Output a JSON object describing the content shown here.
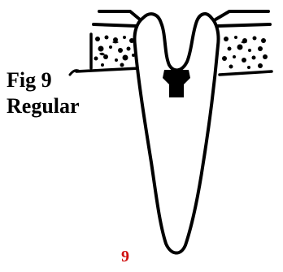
{
  "figure": {
    "label": "Fig 9",
    "type": "Regular",
    "number": "9"
  },
  "colors": {
    "ink": "#000000",
    "number": "#d01010",
    "background": "#ffffff"
  }
}
